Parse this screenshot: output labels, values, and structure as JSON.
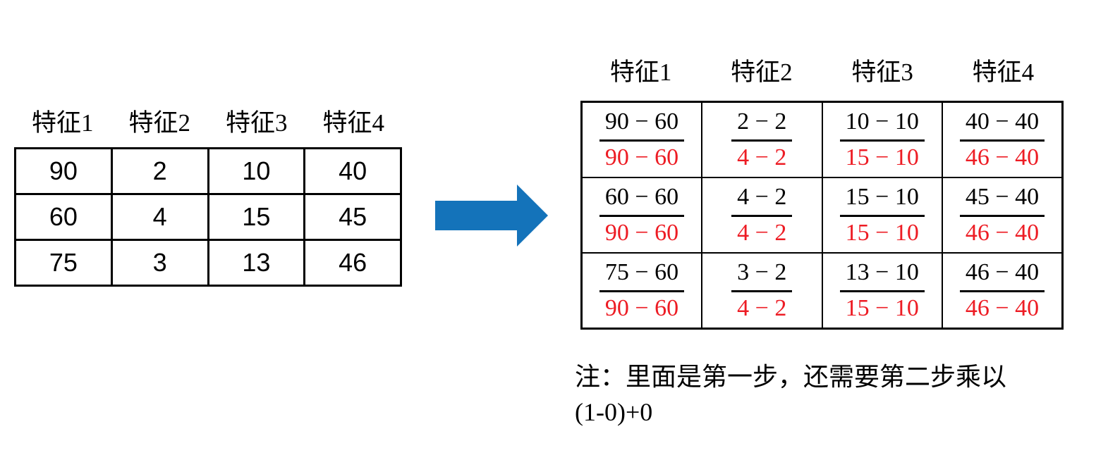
{
  "source_table": {
    "headers": [
      "特征1",
      "特征2",
      "特征3",
      "特征4"
    ],
    "rows": [
      [
        "90",
        "2",
        "10",
        "40"
      ],
      [
        "60",
        "4",
        "15",
        "45"
      ],
      [
        "75",
        "3",
        "13",
        "46"
      ]
    ]
  },
  "arrow": {
    "direction": "right",
    "color": "#1473BA"
  },
  "normalized_table": {
    "headers": [
      "特征1",
      "特征2",
      "特征3",
      "特征4"
    ],
    "numerator_color": "#000000",
    "denominator_color": "#ED1C24",
    "rows": [
      [
        {
          "n": "90 − 60",
          "d": "90 − 60"
        },
        {
          "n": "2 − 2",
          "d": "4 − 2"
        },
        {
          "n": "10 − 10",
          "d": "15 − 10"
        },
        {
          "n": "40 − 40",
          "d": "46 − 40"
        }
      ],
      [
        {
          "n": "60 − 60",
          "d": "90 − 60"
        },
        {
          "n": "4 − 2",
          "d": "4 − 2"
        },
        {
          "n": "15 − 10",
          "d": "15 − 10"
        },
        {
          "n": "45 − 40",
          "d": "46 − 40"
        }
      ],
      [
        {
          "n": "75 − 60",
          "d": "90 − 60"
        },
        {
          "n": "3 − 2",
          "d": "4 − 2"
        },
        {
          "n": "13 − 10",
          "d": "15 − 10"
        },
        {
          "n": "46 − 40",
          "d": "46 − 40"
        }
      ]
    ]
  },
  "note": {
    "line1": "注：里面是第一步，还需要第二步乘以",
    "line2": "(1-0)+0"
  }
}
